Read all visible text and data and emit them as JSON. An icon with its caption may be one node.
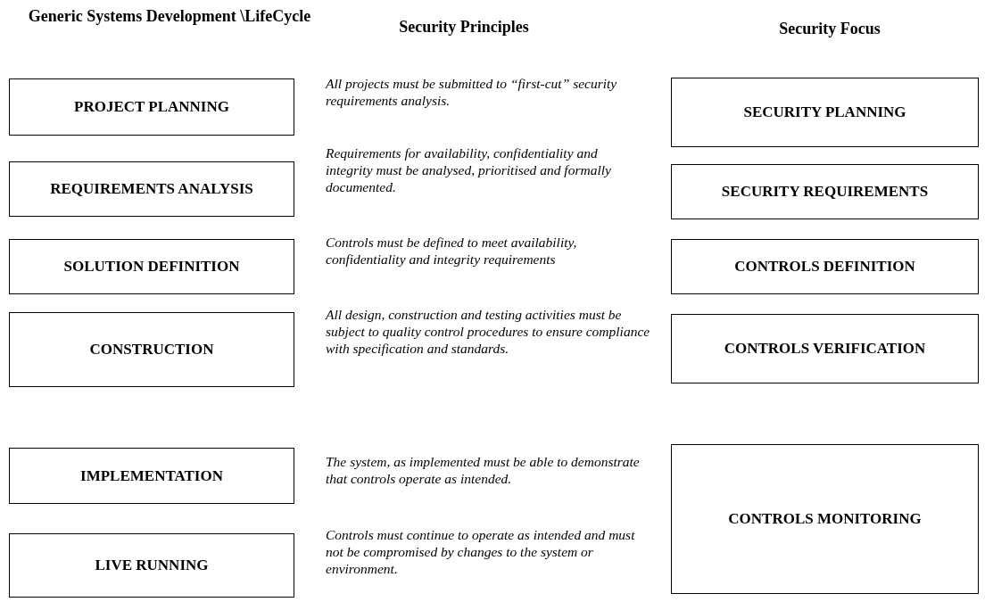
{
  "diagram": {
    "nodes": [
      {
        "text": [
          "PROJECT PLANNING"
        ]
      },
      {
        "text": [
          "SECURITY PLANNING"
        ]
      },
      {
        "text": [
          "REQUIREMENTS ANALYSIS"
        ]
      },
      {
        "text": [
          "SECURITY REQUIREMENTS"
        ]
      },
      {
        "text": [
          "SOLUTION DEFINITION"
        ]
      },
      {
        "text": [
          "CONTROLS DEFINITION"
        ]
      },
      {
        "text": [
          "CONSTRUCTION"
        ]
      },
      {
        "text": [
          "CONTROLS VERIFICATION"
        ]
      },
      {
        "text": [
          "IMPLEMENTATION"
        ]
      },
      {
        "text": [
          "CONTROLS MONITORING"
        ]
      },
      {
        "text": [
          "LIVE RUNNING"
        ]
      }
    ],
    "edges": [],
    "labels": [
      "Generic Systems Development \\LifeCycle",
      "Security Principles",
      "Security Focus",
      "All projects must be submitted to “first-cut” security requirements analysis.",
      "Requirements for availability, confidentiality and integrity must be analysed, prioritised and formally documented.",
      "Controls must be defined to meet availability, confidentiality and integrity requirements",
      "All design, construction and testing activities must be subject to quality control procedures to ensure compliance with specification and standards.",
      "The system, as implemented must be able to demonstrate that controls operate as intended.",
      "Controls must continue to operate as intended and must not be compromised by changes to the system or environment."
    ]
  }
}
